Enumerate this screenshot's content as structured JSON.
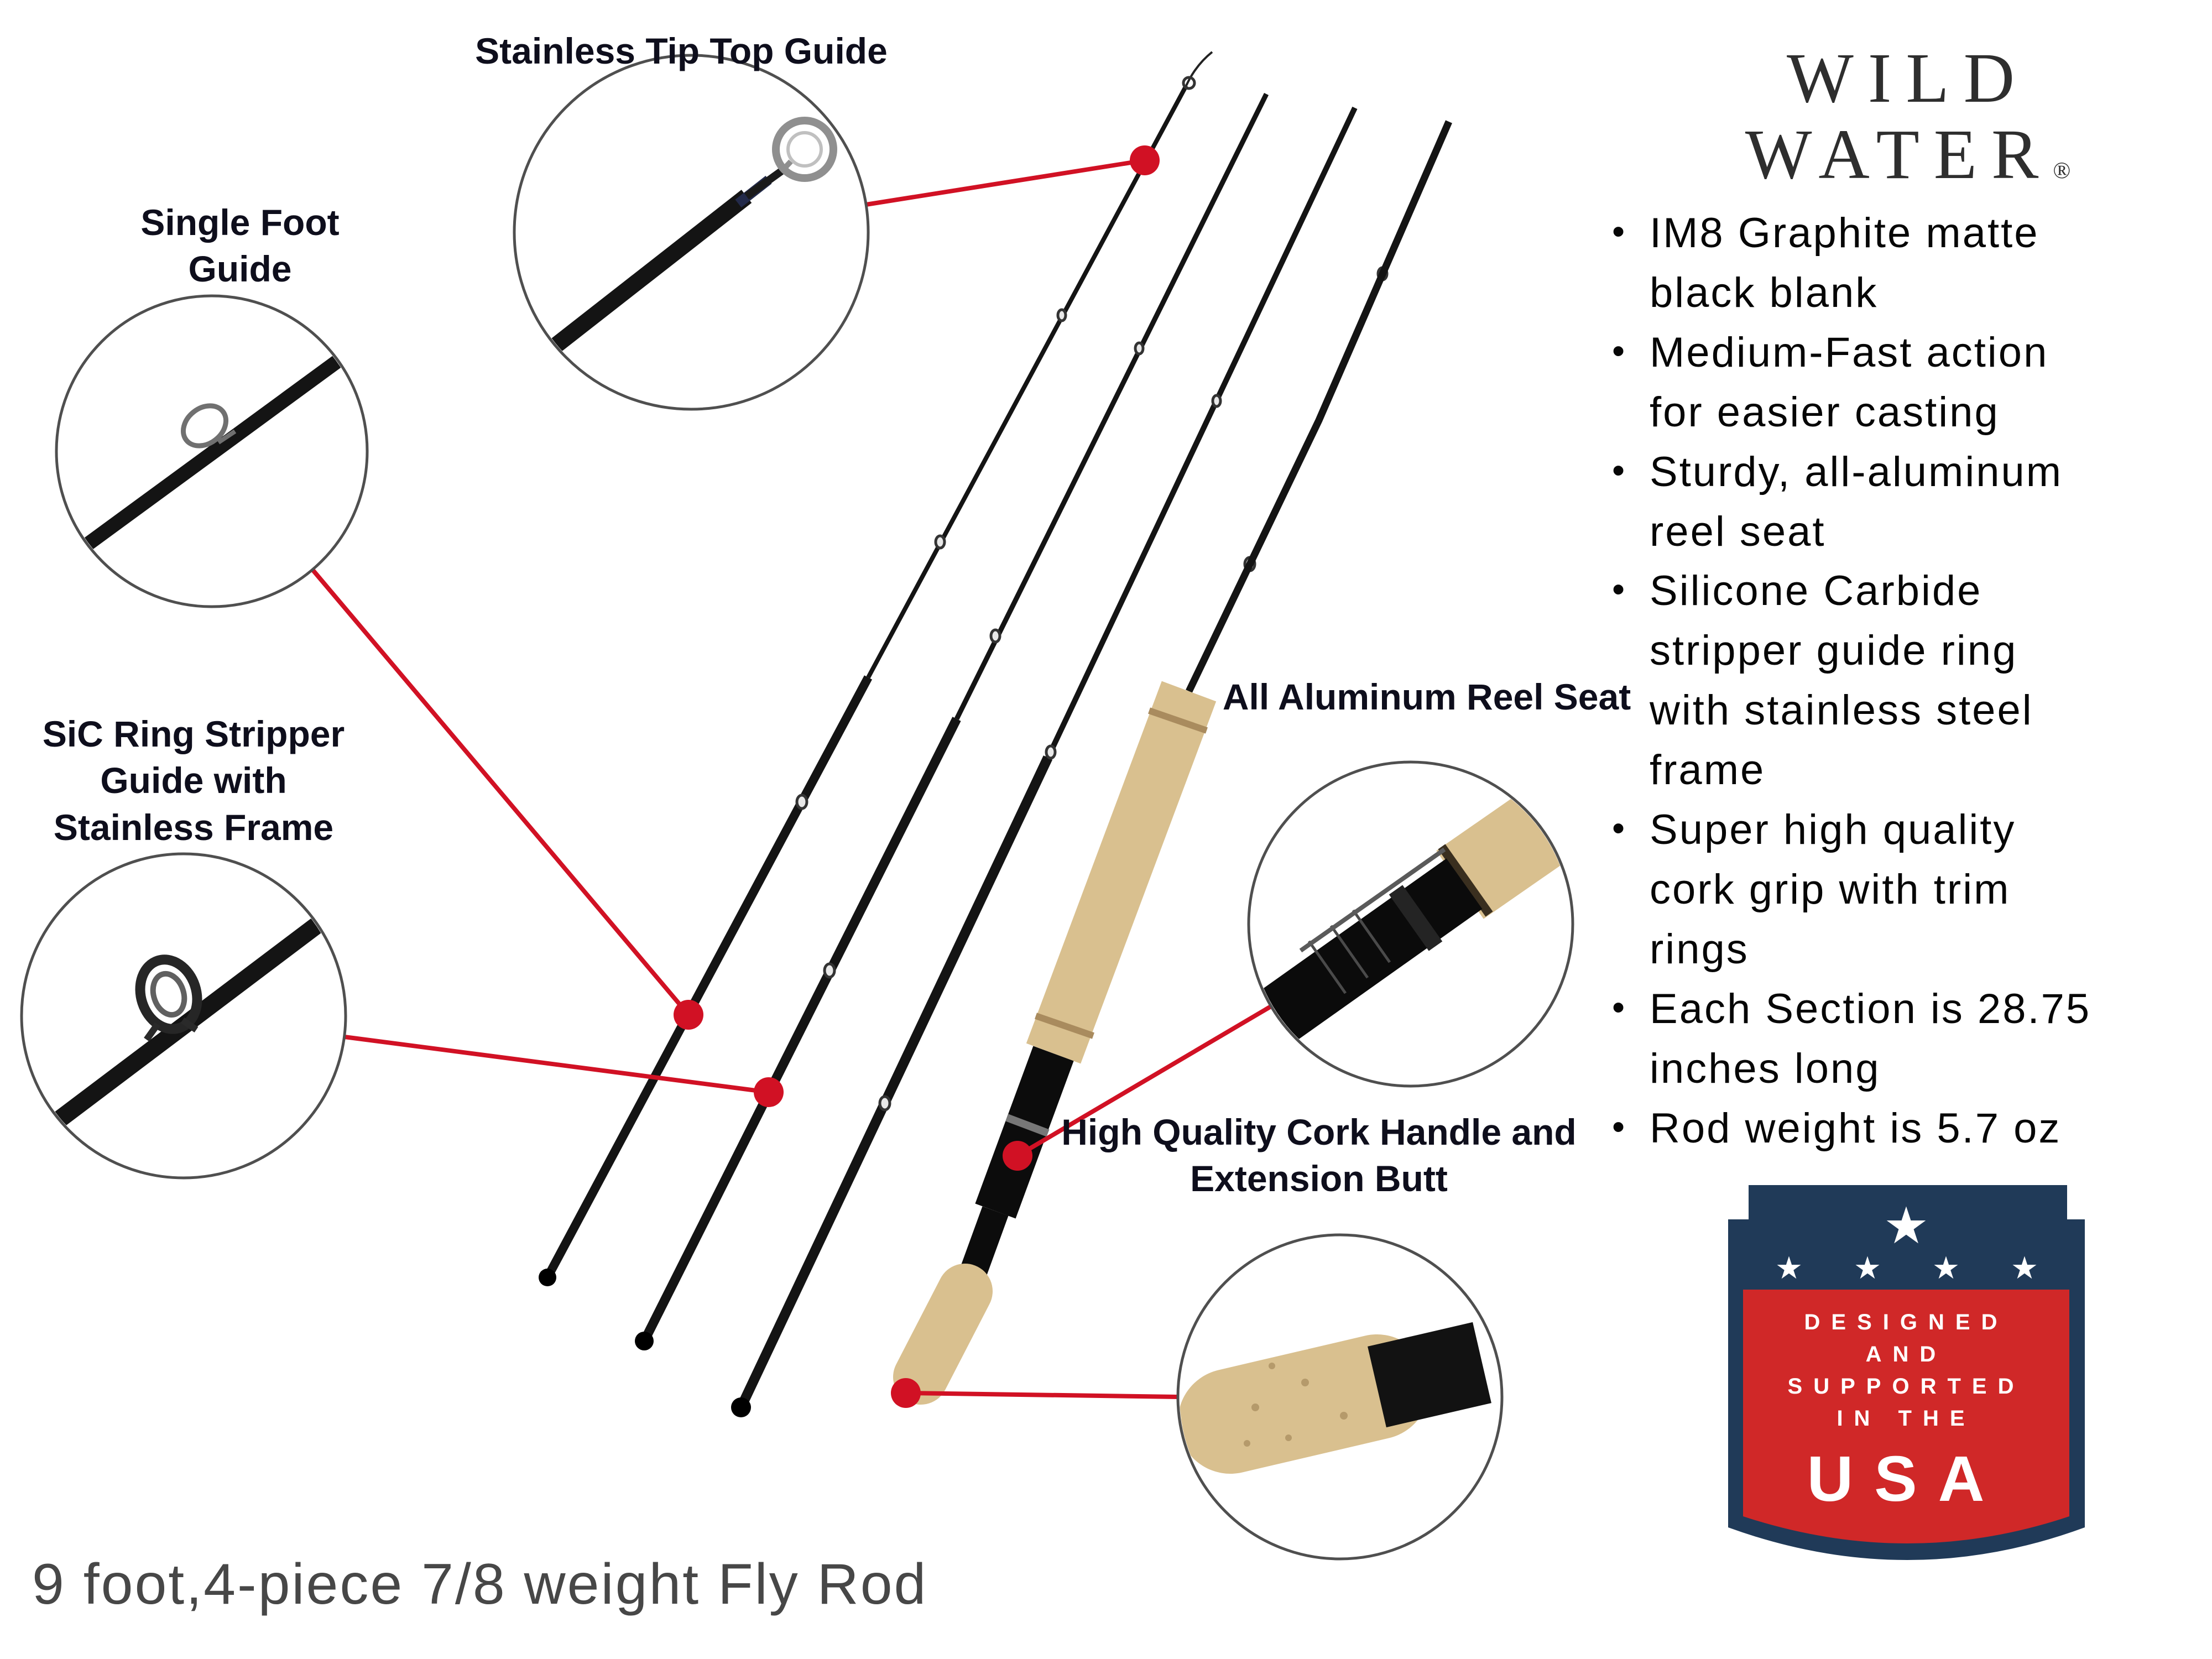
{
  "title": "9 foot,4-piece 7/8 weight Fly Rod",
  "logo": {
    "line1": "WILD",
    "line2": "WATER",
    "registered": "®"
  },
  "callouts": {
    "tip_top": "Stainless Tip Top Guide",
    "single_foot": "Single Foot\nGuide",
    "sic": "SiC Ring Stripper\nGuide with\nStainless Frame",
    "reel_seat": "All Aluminum Reel Seat",
    "cork_handle": "High Quality Cork Handle and\nExtension Butt"
  },
  "features": [
    "IM8 Graphite matte black blank",
    "Medium-Fast action for easier casting",
    "Sturdy, all-aluminum reel seat",
    "Silicone Carbide stripper guide ring with stainless steel frame",
    "Super high quality cork grip with trim rings",
    "Each Section is 28.75 inches long",
    "Rod weight is 5.7 oz"
  ],
  "badge": {
    "line1": "DESIGNED",
    "line2": "AND",
    "line3": "SUPPORTED",
    "line4": "IN THE",
    "usa": "USA",
    "big_star": "★",
    "small_star": "★"
  },
  "colors": {
    "accent_red": "#d11124",
    "badge_navy": "#203a58",
    "badge_red": "#d02828",
    "cork": "#d9c08f",
    "rod_black": "#141414"
  }
}
